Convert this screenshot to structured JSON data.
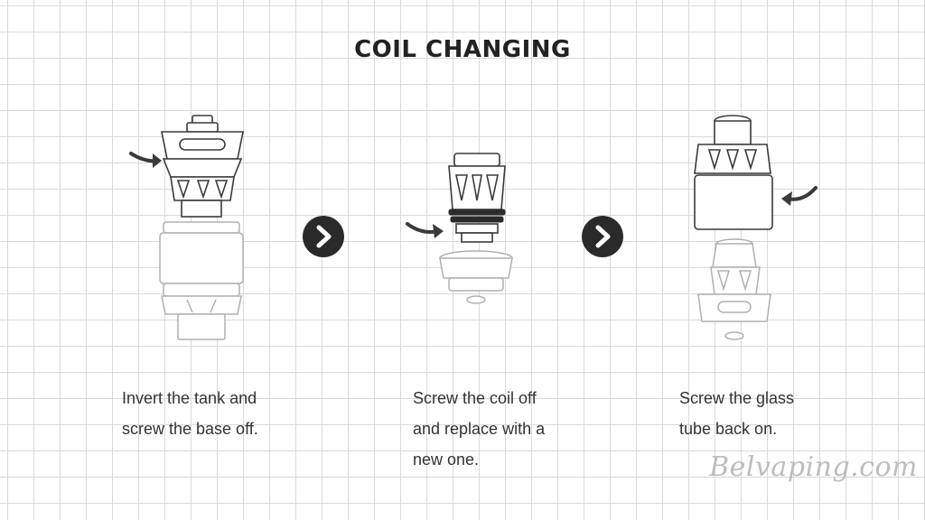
{
  "title": "COIL CHANGING",
  "steps": [
    {
      "line1": "Invert the tank and",
      "line2": "screw the base off.",
      "line3": ""
    },
    {
      "line1": "Screw the coil off",
      "line2": "and replace with a",
      "line3": "new one."
    },
    {
      "line1": "Screw the glass",
      "line2": "tube back on.",
      "line3": ""
    }
  ],
  "watermark": "Belvaping.com",
  "icons": {
    "next": "chevron-right-circle-icon",
    "rotate": "rotate-arrow-icon"
  },
  "colors": {
    "grid": "#d9d9d9",
    "outline_dark": "#3a3a3a",
    "outline_light": "#b0b0b0",
    "button": "#2a2a2a"
  }
}
